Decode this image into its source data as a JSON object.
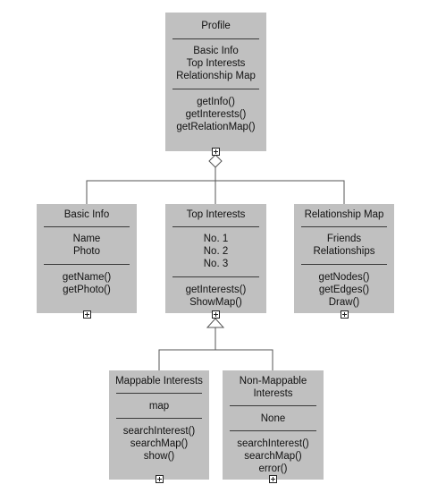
{
  "nodes": {
    "profile": {
      "title": [
        "Profile"
      ],
      "attributes": [
        "Basic Info",
        "Top Interests",
        "Relationship Map"
      ],
      "methods": [
        "getInfo()",
        "getInterests()",
        "getRelationMap()"
      ]
    },
    "basic_info": {
      "title": [
        "Basic Info"
      ],
      "attributes": [
        "Name",
        "Photo"
      ],
      "methods": [
        "getName()",
        "getPhoto()"
      ]
    },
    "top_interests": {
      "title": [
        "Top Interests"
      ],
      "attributes": [
        "No. 1",
        "No. 2",
        "No. 3"
      ],
      "methods": [
        "getInterests()",
        "ShowMap()"
      ]
    },
    "relationship_map": {
      "title": [
        "Relationship Map"
      ],
      "attributes": [
        "Friends",
        "Relationships"
      ],
      "methods": [
        "getNodes()",
        "getEdges()",
        "Draw()"
      ]
    },
    "mappable_interests": {
      "title": [
        "Mappable Interests"
      ],
      "attributes": [
        "map"
      ],
      "methods": [
        "searchInterest()",
        "searchMap()",
        "show()"
      ]
    },
    "non_mappable_interests": {
      "title": [
        "Non-Mappable",
        "Interests"
      ],
      "attributes": [
        "None"
      ],
      "methods": [
        "searchInterest()",
        "searchMap()",
        "error()"
      ]
    }
  },
  "relations": [
    {
      "from": "profile",
      "to": [
        "basic_info",
        "top_interests",
        "relationship_map"
      ],
      "type": "aggregation"
    },
    {
      "from": "top_interests",
      "to": [
        "mappable_interests",
        "non_mappable_interests"
      ],
      "type": "generalization"
    }
  ],
  "colors": {
    "box_fill": "#c0c0c0",
    "rule": "#3a3a3a",
    "line": "#555555",
    "text": "#111111"
  }
}
